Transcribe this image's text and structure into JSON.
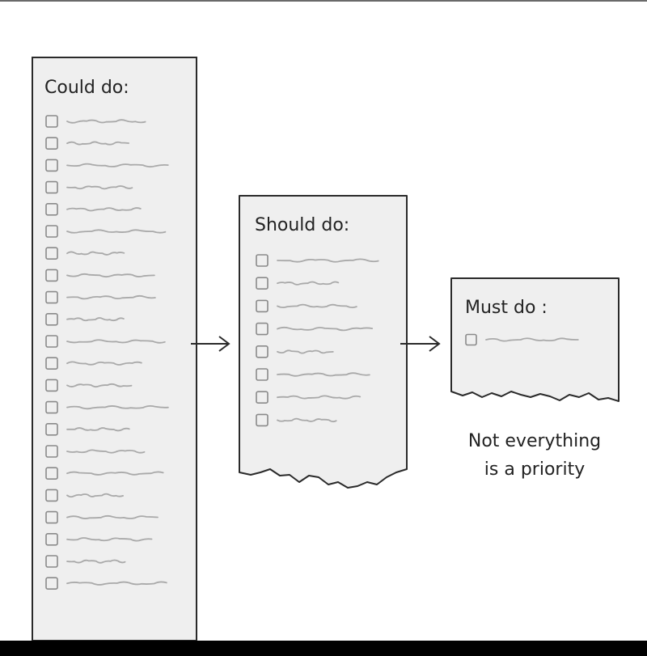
{
  "colors": {
    "paper": "#efefef",
    "outline": "#2a2a2a",
    "scribble": "#a9a9a9",
    "checkbox": "#8a8a8a",
    "caption": "#222222",
    "background": "#ffffff",
    "bottom_band": "#000000"
  },
  "lists": {
    "could": {
      "title": "Could do:",
      "item_count": 22
    },
    "should": {
      "title": "Should do:",
      "item_count": 8
    },
    "must": {
      "title": "Must do :",
      "item_count": 1
    }
  },
  "caption": {
    "line1": "Not everything",
    "line2": "is a priority"
  }
}
